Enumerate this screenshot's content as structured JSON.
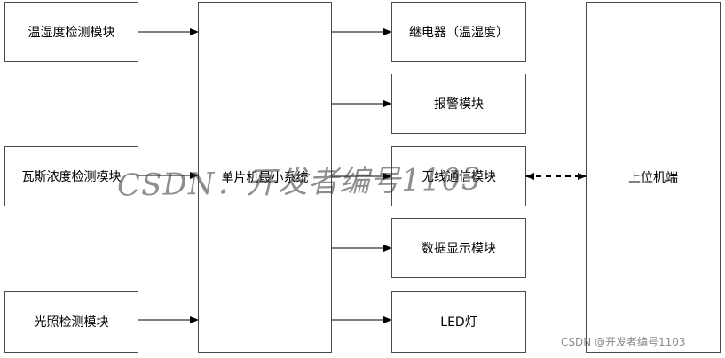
{
  "diagram": {
    "inputs": [
      "温湿度检测模块",
      "瓦斯浓度检测模块",
      "光照检测模块"
    ],
    "controller": "单片机最小系统",
    "outputs": [
      "继电器（温湿度）",
      "报警模块",
      "无线通信模块",
      "数据显示模块",
      "LED灯"
    ],
    "host": "上位机端"
  },
  "watermark": {
    "overlay_text": "CSDN：开发者编号1103",
    "credit_text": "CSDN @开发者编号1103"
  }
}
